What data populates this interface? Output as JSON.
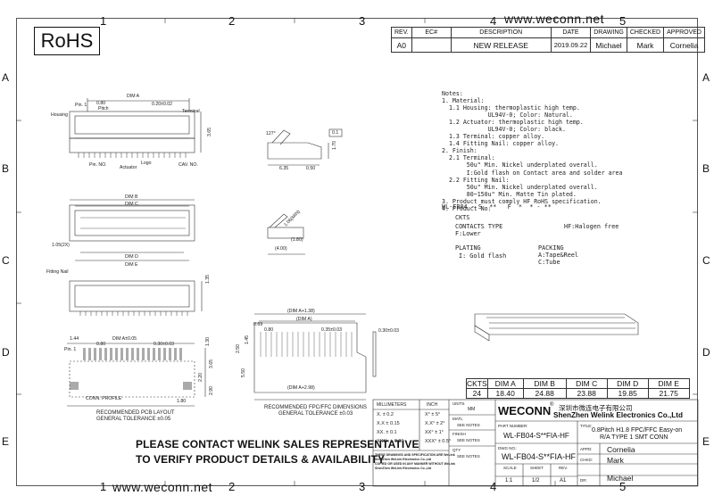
{
  "header": {
    "rohs": "RoHS",
    "website": "www.weconn.net"
  },
  "zones": {
    "cols": [
      "1",
      "2",
      "3",
      "4",
      "5"
    ],
    "rows": [
      "A",
      "B",
      "C",
      "D",
      "E"
    ]
  },
  "revision_table": {
    "headers": [
      "REV.",
      "EC#",
      "DESCRIPTION",
      "DATE",
      "DRAWING",
      "CHECKED",
      "APPROVED"
    ],
    "row": [
      "A0",
      "",
      "NEW RELEASE",
      "2019.09.22",
      "Michael",
      "Mark",
      "Cornelia"
    ]
  },
  "notes": [
    "Notes:",
    "1. Material:",
    "  1.1 Housing: thermoplastic high temp.",
    "             UL94V-0; Color: Natural.",
    "  1.2 Actuator: thermoplastic high temp.",
    "             UL94V-0; Color: black.",
    "  1.3 Terminal: copper alloy.",
    "  1.4 Fitting Nail: copper alloy.",
    "2. Finish:",
    "  2.1 Terminal:",
    "       50u\" Min. Nickel underplated overall.",
    "       I:Gold flash on Contact area and solder area",
    "  2.2 Fitting Nail:",
    "       50u\" Min. Nickel underplated overall.",
    "       80~150u\" Min. Matte Tin plated.",
    "3. Product must comply HF RoHS specification.",
    "4. Product No:"
  ],
  "part_number": {
    "code": "WL-FB04 - S  **   F  *  * - **",
    "ckts": "CKTS",
    "contacts_type": "CONTACTS TYPE",
    "contacts_value": "F:Lower",
    "hf": "HF:Halogen free",
    "plating": "PLATING",
    "plating_value": "I: Gold flash",
    "packing": "PACKING",
    "packing_a": "A:Tape&Reel",
    "packing_c": "C:Tube"
  },
  "dims_table": {
    "headers": [
      "CKTS",
      "DIM A",
      "DIM B",
      "DIM C",
      "DIM D",
      "DIM E"
    ],
    "row": [
      "24",
      "18.40",
      "24.88",
      "23.88",
      "19.85",
      "21.75"
    ]
  },
  "contact_notice": {
    "line1": "PLEASE CONTACT WELINK SALES REPRESENTATIVE",
    "line2": "TO VERIFY PRODUCT DETAILS & AVAILABILITY"
  },
  "title_block": {
    "mm_header": "MILLIMETERS",
    "inch_header": "INCH",
    "tol_mm": [
      "X.  ± 0.2",
      "X.X  ± 0.15",
      "XX.  ± 0.1",
      "XXXx  ± 0.01"
    ],
    "tol_inch": [
      "X°  ± 5°",
      "X.X°  ± 2°",
      "XX°  ± 1°",
      "XXX°  ± 0.5°"
    ],
    "units_label": "UNITS",
    "units_value": "MM",
    "matl_label": "MATL",
    "matl_value": "SEE NOTES",
    "finish_label": "FINISH",
    "finish_value": "SEE NOTES",
    "qty_label": "QTY",
    "qty_value": "SEE NOTES",
    "disclaimer": "THESE DRAWINGS AND SPECIFICATION ARE WeLink\nShenZhen WeLink Electronics Co.,Ltd\nCOPIED OR USED IN ANY MANNER WITHOUT WeLink\nShenZhen WeLink Electronics Co.,Ltd",
    "logo": "WECONN",
    "company_cn": "深圳市微连电子有限公司",
    "company_en": "ShenZhen Welink Electronics Co.,Ltd",
    "part_number_label": "PART NUMBER:",
    "part_number": "WL-FB04-S**FIA-HF",
    "title_label": "TITLE:",
    "title_line1": "0.8Pitch H1.8 FPC/FFC Easy-on",
    "title_line2": "R/A TYPE 1 SMT CONN",
    "dwg_label": "DWG NO.:",
    "dwg_no": "WL-FB04-S**FIA-HF",
    "appd_label": "APPD:",
    "appd": "Cornelia",
    "chkd_label": "CHKD:",
    "chkd": "Mark",
    "dr_label": "DR:",
    "dr": "Michael",
    "scale_label": "SCALE",
    "sheet_label": "SHEET",
    "rev_label": "REV.",
    "scale": "1:1",
    "sheet": "1/2",
    "rev": "A1"
  },
  "drawing_labels": {
    "pin1": "Pin. 1",
    "pitch": "Pitch",
    "housing": "Housing",
    "terminal": "Terminal",
    "logo": "Logo",
    "pin_no": "Pin. NO.",
    "actuator": "Actuator",
    "cav_no": "CAV. NO.",
    "dim_a": "DIM A",
    "dim_b": "DIM B",
    "dim_c": "DIM C",
    "dim_d": "DIM D",
    "dim_e": "DIM E",
    "d_020": "0.20±0.02",
    "d_080": "0.80",
    "d_365": "3.65",
    "d_127": "127°",
    "d_170": "1.70",
    "d_635": "6.35",
    "d_050": "0.50",
    "d_010": "0.1",
    "d_105": "1.05(2X)",
    "d_180": "(1.80)",
    "d_400": "(4.00)",
    "d_106": "1.06(MIN)",
    "fitting_nail": "Fitting Nail",
    "d_135": "1.35",
    "d_144": "1.44",
    "dim_a005": "DIM A±0.05",
    "d_030": "0.30±0.03",
    "d_130": "1.30",
    "d_365b": "3.65",
    "d_020b": "2.20",
    "d_290": "2.90",
    "d_180b": "1.80",
    "conn_profile": "CONN. PROFILE",
    "pcb_layout": "RECOMMENDED PCB LAYOUT",
    "pcb_tol": "GENERAL TOLERANCE ±0.05",
    "dim_a138": "(DIM A+1.38)",
    "dim_a_p": "(DIM A)",
    "d_069": "0.69",
    "d_080b": "0.80",
    "d_035": "0.35±0.03",
    "d_030b": "0.30±0.03",
    "d_145": "1.45",
    "d_250": "2.50",
    "d_550": "5.50",
    "dim_a298": "(DIM A+2.98)",
    "fpc_dim": "RECOMMENDED FPC/FFC DIMENSIONS",
    "fpc_tol": "GENERAL TOLERANCE ±0.03"
  }
}
